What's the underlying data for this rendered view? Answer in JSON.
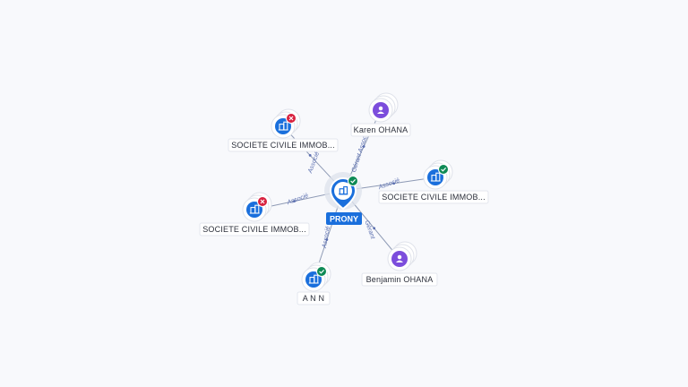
{
  "center": {
    "label": "PRONY",
    "icon": "building-icon",
    "status": "active",
    "accent": "#1a6fdc"
  },
  "status_colors": {
    "active": "#0e8a55",
    "inactive": "#d8223f"
  },
  "nodes": [
    {
      "id": "n1",
      "label": "SOCIETE CIVILE IMMOB...",
      "kind": "company",
      "status": "inactive",
      "relation": "Associé"
    },
    {
      "id": "n2",
      "label": "Karen OHANA",
      "kind": "person",
      "status": null,
      "relation": "Gérant Associé"
    },
    {
      "id": "n3",
      "label": "SOCIETE CIVILE IMMOB...",
      "kind": "company",
      "status": "active",
      "relation": "Associé"
    },
    {
      "id": "n4",
      "label": "SOCIETE CIVILE IMMOB...",
      "kind": "company",
      "status": "inactive",
      "relation": "Associé"
    },
    {
      "id": "n5",
      "label": "A N N",
      "kind": "company",
      "status": "active",
      "relation": "Associé"
    },
    {
      "id": "n6",
      "label": "Benjamin OHANA",
      "kind": "person",
      "status": null,
      "relation": "Gérant"
    }
  ]
}
